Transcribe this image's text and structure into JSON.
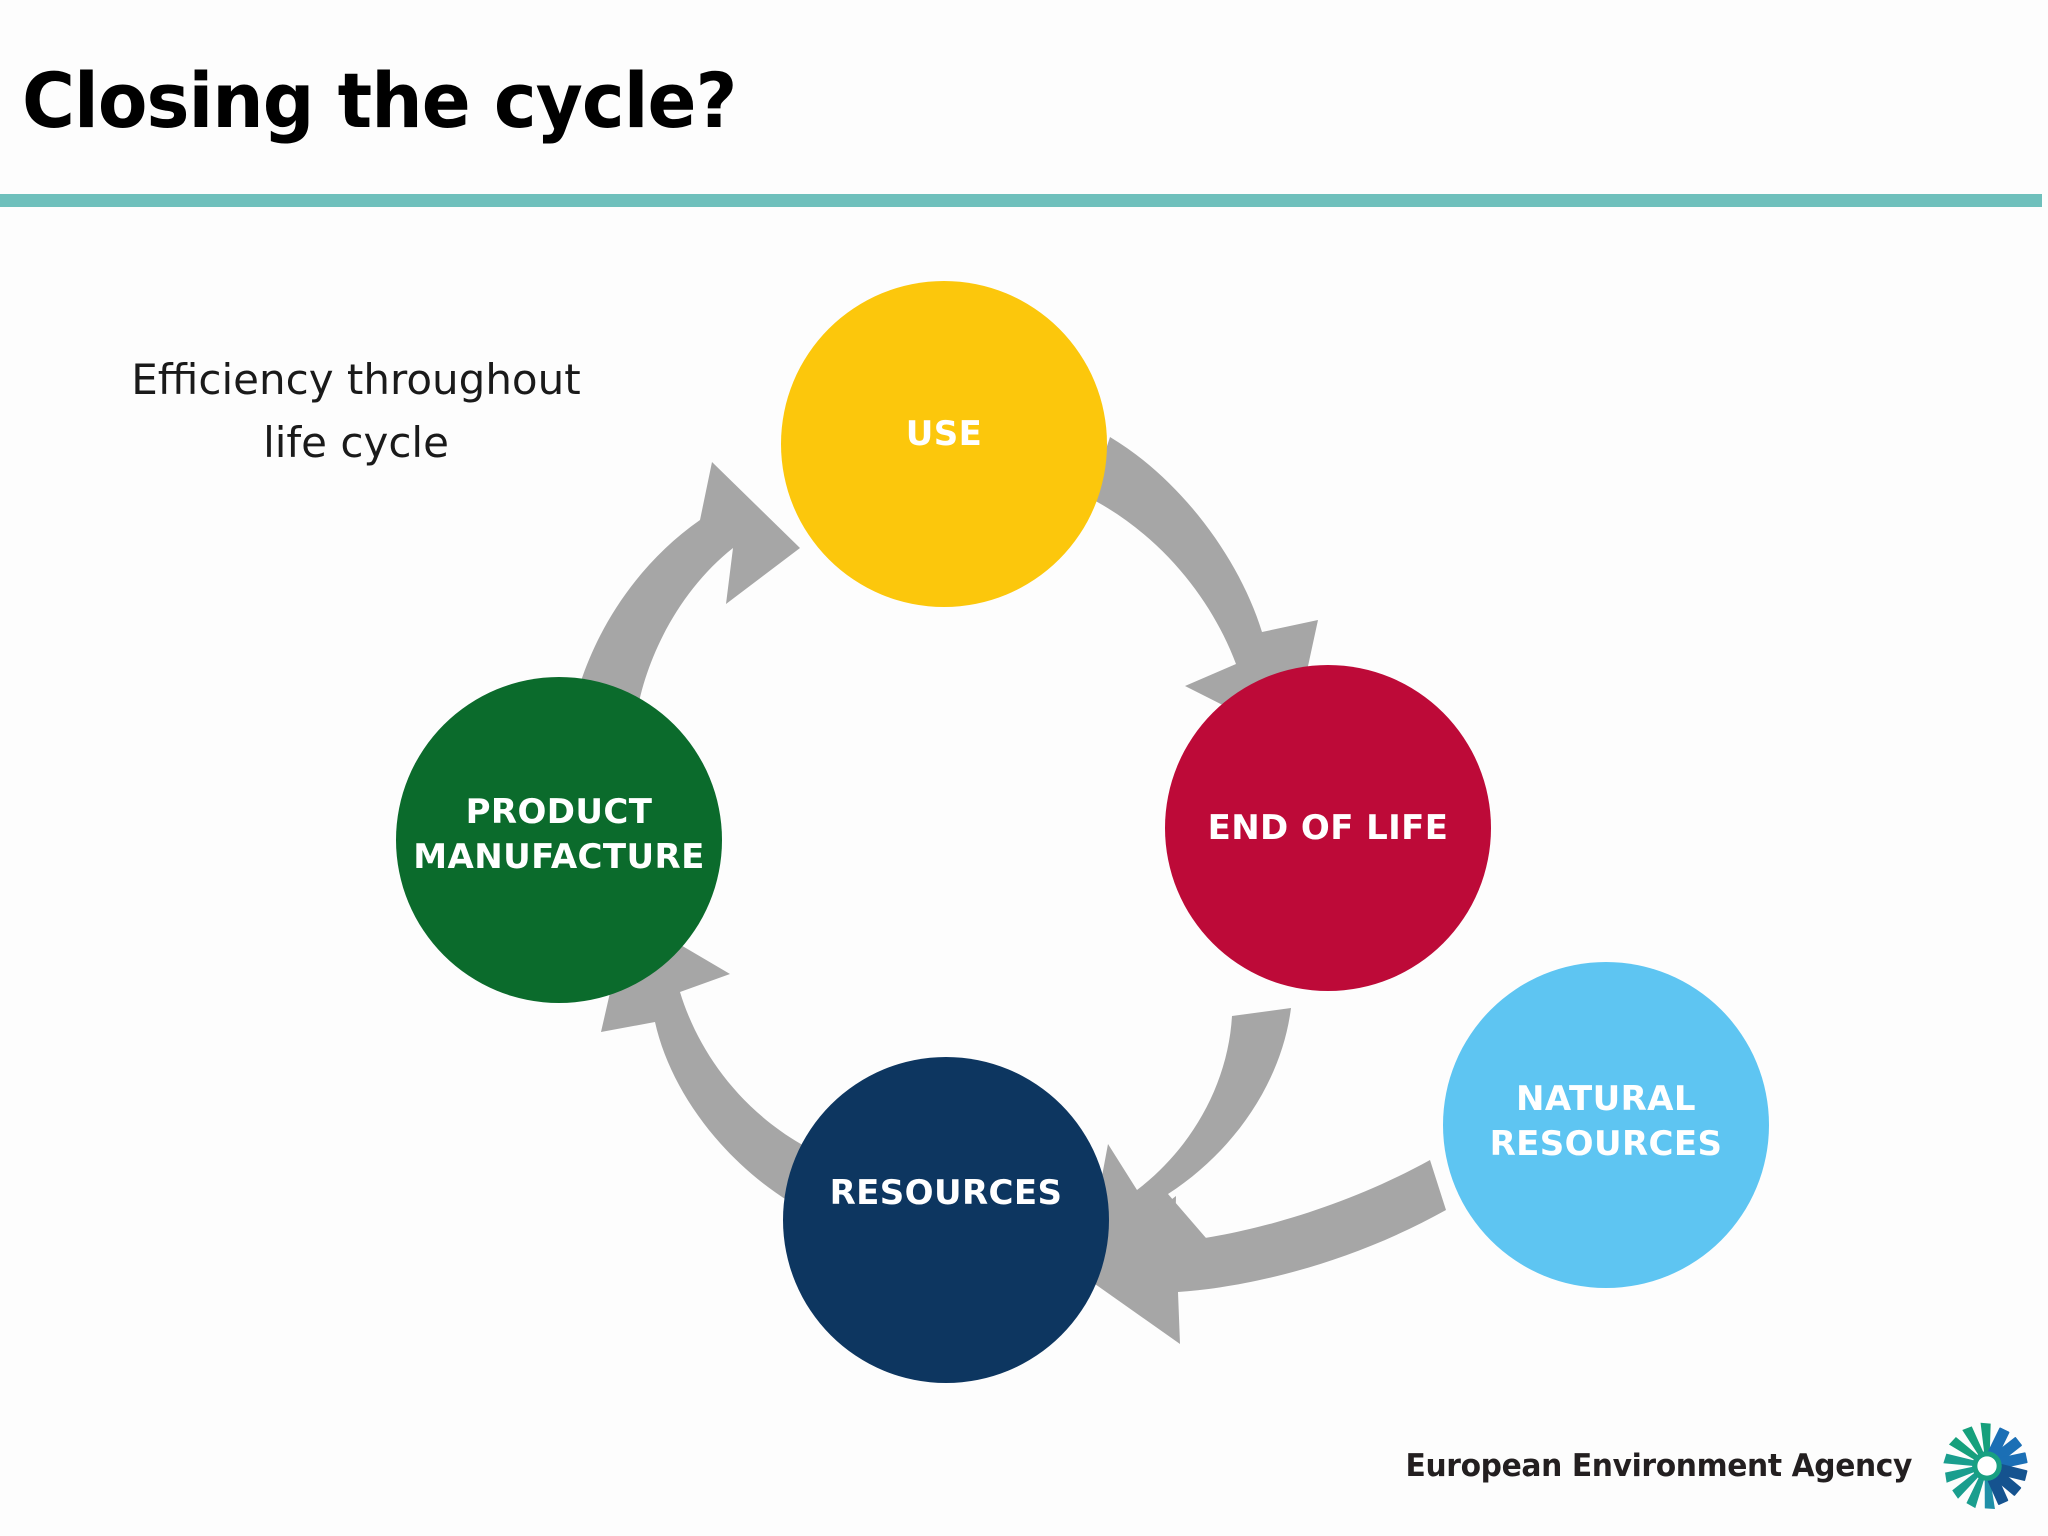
{
  "slide": {
    "title": "Closing the cycle?",
    "background_color": "#fdfdfd",
    "divider_color": "#6FC0BC"
  },
  "caption": {
    "line1": "Efficiency throughout",
    "line2": "life cycle"
  },
  "diagram": {
    "type": "cycle-diagram",
    "arrow_color": "#A6A6A6",
    "nodes": [
      {
        "id": "use",
        "label": "USE",
        "color": "#FCC70C",
        "position": "top"
      },
      {
        "id": "end-of-life",
        "label": "END OF LIFE",
        "color": "#BD0A38",
        "position": "right"
      },
      {
        "id": "resources",
        "label": "RESOURCES",
        "color": "#0D3660",
        "position": "bottom"
      },
      {
        "id": "product",
        "label": "PRODUCT\nMANUFACTURE",
        "color": "#0B6B2C",
        "position": "left"
      },
      {
        "id": "natural",
        "label": "NATURAL\nRESOURCES",
        "color": "#5EC5F2",
        "position": "outer-bottom-right"
      }
    ],
    "arrows": [
      {
        "from": "product",
        "to": "use"
      },
      {
        "from": "use",
        "to": "end-of-life"
      },
      {
        "from": "end-of-life",
        "to": "resources"
      },
      {
        "from": "resources",
        "to": "product"
      },
      {
        "from": "natural",
        "to": "resources"
      }
    ]
  },
  "footer": {
    "organisation": "European Environment Agency",
    "logo_icon": "eea-sunburst-icon",
    "logo_colors": {
      "green": "#17A07E",
      "teal": "#1E9E92",
      "blue": "#1B6FB5",
      "dark_blue": "#14508F"
    }
  }
}
